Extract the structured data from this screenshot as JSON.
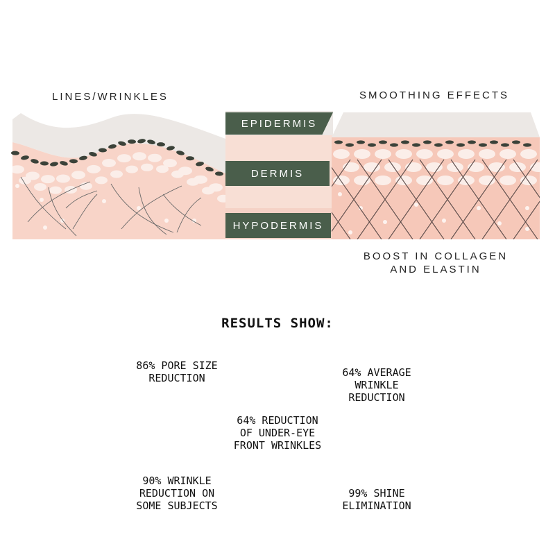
{
  "headers": {
    "left": "LINES/WRINKLES",
    "right": "SMOOTHING EFFECTS",
    "bottom_right": "BOOST IN COLLAGEN\nAND ELASTIN"
  },
  "layers": [
    "EPIDERMIS",
    "DERMIS",
    "HYPODERMIS"
  ],
  "results": {
    "title": "RESULTS SHOW:",
    "stats": [
      "86% PORE SIZE\nREDUCTION",
      "64% AVERAGE\nWRINKLE\nREDUCTION",
      "64% REDUCTION\nOF UNDER-EYE\nFRONT WRINKLES",
      "90% WRINKLE\nREDUCTION ON\nSOME SUBJECTS",
      "99% SHINE\nELIMINATION"
    ]
  },
  "colors": {
    "label_bg": "#4a5e4b",
    "skin_top": "#ece8e5",
    "dermis": "#f7d0c3",
    "hypodermis": "#f4c4b4",
    "cell": "#fbeee9",
    "dark_cell": "#3b4239"
  }
}
